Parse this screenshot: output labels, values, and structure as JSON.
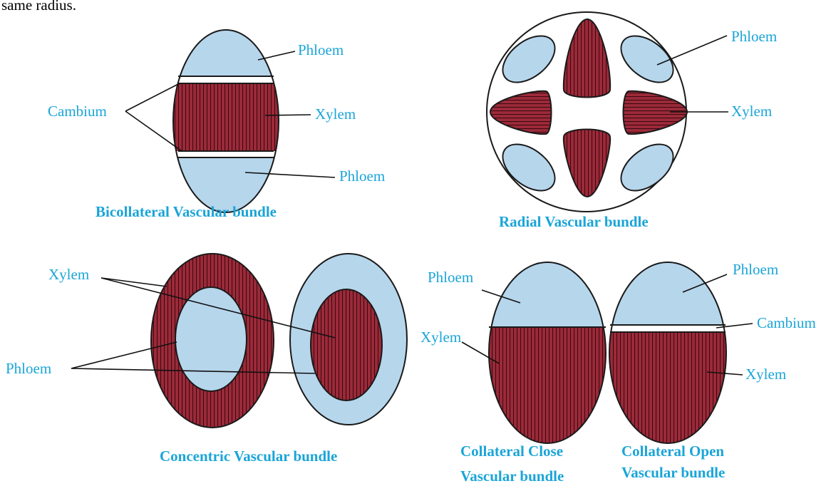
{
  "colors": {
    "xylem": "#9c2a39",
    "xylem_stripe": "#3a0a12",
    "phloem": "#b6d6ec",
    "phloem_dark": "#93bfe0",
    "label": "#1aa5d8",
    "caption": "#1aa5d8",
    "cambium": "#ffffff",
    "outline": "#1a1a1a"
  },
  "header_fragment": "same radius.",
  "bicollateral": {
    "caption": "Bicollateral Vascular bundle",
    "labels": {
      "phloem_top": "Phloem",
      "cambium": "Cambium",
      "xylem": "Xylem",
      "phloem_bottom": "Phloem"
    }
  },
  "radial": {
    "caption": "Radial Vascular bundle",
    "labels": {
      "phloem": "Phloem",
      "xylem": "Xylem"
    }
  },
  "concentric": {
    "caption": "Concentric Vascular bundle",
    "labels": {
      "xylem": "Xylem",
      "phloem": "Phloem"
    }
  },
  "collateral_close": {
    "caption_line1": "Collateral Close",
    "caption_line2": "Vascular bundle",
    "labels": {
      "phloem": "Phloem",
      "xylem": "Xylem"
    }
  },
  "collateral_open": {
    "caption_line1": "Collateral Open",
    "caption_line2": "Vascular bundle",
    "labels": {
      "phloem": "Phloem",
      "cambium": "Cambium",
      "xylem": "Xylem"
    }
  }
}
